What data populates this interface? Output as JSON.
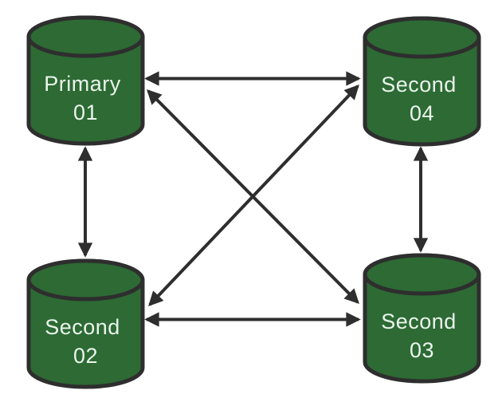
{
  "diagram": {
    "title": "database-replication-full-mesh-topology",
    "nodes": [
      {
        "id": "primary-01",
        "line1": "Primary",
        "line2": "01",
        "position": "top-left"
      },
      {
        "id": "second-04",
        "line1": "Second",
        "line2": "04",
        "position": "top-right"
      },
      {
        "id": "second-02",
        "line1": "Second",
        "line2": "02",
        "position": "bottom-left"
      },
      {
        "id": "second-03",
        "line1": "Second",
        "line2": "03",
        "position": "bottom-right"
      }
    ],
    "edges": [
      {
        "from": "primary-01",
        "to": "second-04",
        "bidirectional": true
      },
      {
        "from": "second-02",
        "to": "second-03",
        "bidirectional": true
      },
      {
        "from": "primary-01",
        "to": "second-02",
        "bidirectional": true
      },
      {
        "from": "second-04",
        "to": "second-03",
        "bidirectional": true
      },
      {
        "from": "primary-01",
        "to": "second-03",
        "bidirectional": true
      },
      {
        "from": "second-04",
        "to": "second-02",
        "bidirectional": true
      }
    ]
  },
  "colors": {
    "node_fill": "#2d6a34",
    "node_stroke": "#2e2e2e",
    "edge_line": "#2e2e2e",
    "label_text": "#eaf5ec",
    "background": "#ffffff"
  }
}
